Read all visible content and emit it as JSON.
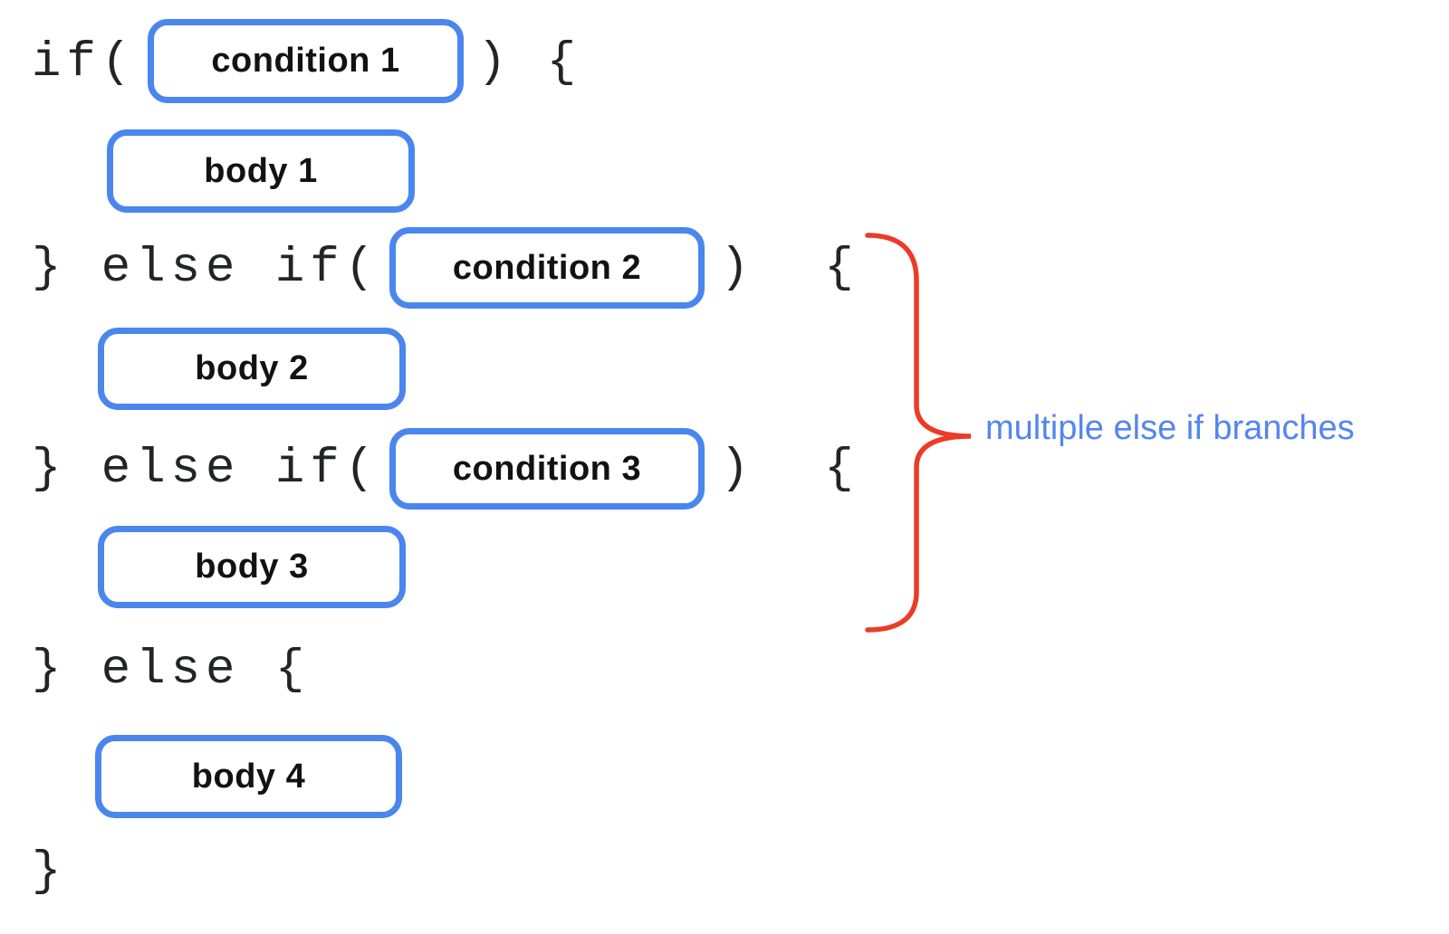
{
  "diagram": {
    "title_hint": "if / else-if / else statement structure",
    "colors": {
      "background": "#ffffff",
      "box_border_blue": "#4a86ee",
      "code_text": "#232427",
      "box_label_text": "#121212",
      "brace_red": "#ec3b26",
      "annotation_blue": "#5486f0"
    },
    "code": {
      "if_open": "if(",
      "if_close": ") {",
      "elseif_open": "} else if(",
      "elseif_close": ")  {",
      "else_open": "} else {",
      "final_close": "}"
    },
    "boxes": {
      "condition1": "condition 1",
      "body1": "body 1",
      "condition2": "condition 2",
      "body2": "body 2",
      "condition3": "condition 3",
      "body3": "body 3",
      "body4": "body 4"
    },
    "annotation": {
      "label": "multiple else if branches"
    }
  }
}
